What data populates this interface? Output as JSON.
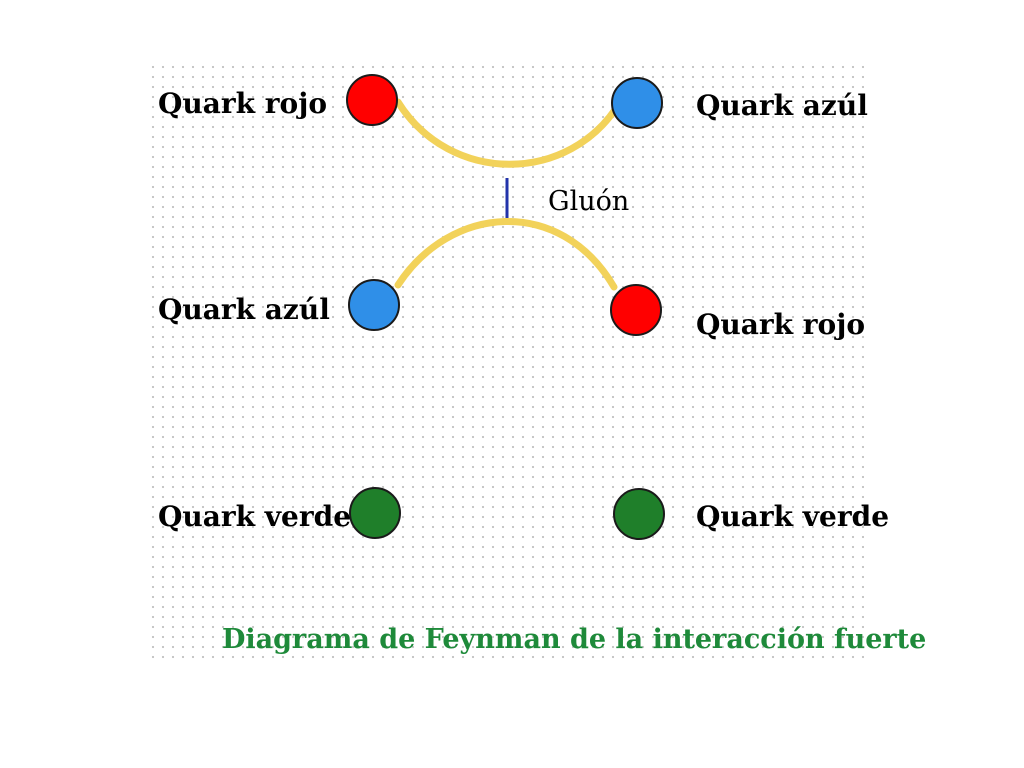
{
  "labels": {
    "top_left": "Quark rojo",
    "top_right": "Quark azúl",
    "mid_left": "Quark azúl",
    "mid_right": "Quark rojo",
    "bottom_left": "Quark verde",
    "bottom_right": "Quark verde",
    "gluon": "Gluón"
  },
  "caption": "Diagrama de Feynman de la interacción fuerte",
  "colors": {
    "quark_red": "#ff0000",
    "quark_blue": "#2f8fe8",
    "quark_green": "#1f7f2a",
    "quark_outline": "#1a1a1a",
    "line_yellow": "#f2d25a",
    "gluon_blue": "#2233aa",
    "caption_green": "#1e8a3a"
  }
}
